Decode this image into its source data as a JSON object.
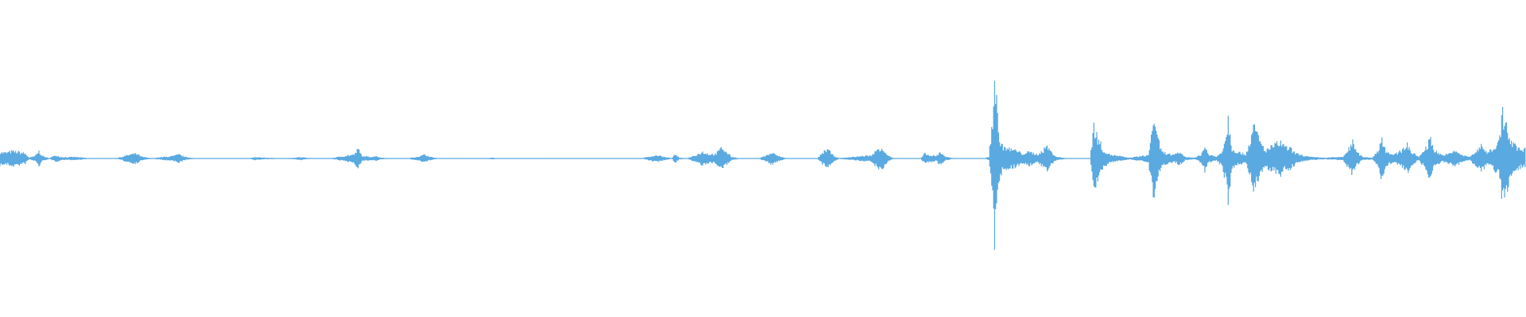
{
  "waveform": {
    "color": "#5aa9e0",
    "background": "#ffffff",
    "samples": 1568,
    "envelope_points": [
      [
        0,
        0.08
      ],
      [
        6,
        0.07
      ],
      [
        12,
        0.09
      ],
      [
        20,
        0.08
      ],
      [
        26,
        0.06
      ],
      [
        30,
        0.01
      ],
      [
        36,
        0.03
      ],
      [
        40,
        0.09
      ],
      [
        44,
        0.03
      ],
      [
        50,
        0.005
      ],
      [
        58,
        0.04
      ],
      [
        62,
        0.02
      ],
      [
        70,
        0.015
      ],
      [
        76,
        0.02
      ],
      [
        82,
        0.015
      ],
      [
        90,
        0.005
      ],
      [
        100,
        0.004
      ],
      [
        110,
        0.004
      ],
      [
        120,
        0.004
      ],
      [
        134,
        0.05
      ],
      [
        140,
        0.06
      ],
      [
        146,
        0.02
      ],
      [
        156,
        0.004
      ],
      [
        178,
        0.03
      ],
      [
        184,
        0.05
      ],
      [
        190,
        0.02
      ],
      [
        200,
        0.004
      ],
      [
        230,
        0.004
      ],
      [
        256,
        0.004
      ],
      [
        262,
        0.02
      ],
      [
        270,
        0.01
      ],
      [
        290,
        0.004
      ],
      [
        304,
        0.01
      ],
      [
        310,
        0.02
      ],
      [
        316,
        0.006
      ],
      [
        340,
        0.004
      ],
      [
        364,
        0.05
      ],
      [
        368,
        0.12
      ],
      [
        372,
        0.03
      ],
      [
        380,
        0.02
      ],
      [
        386,
        0.03
      ],
      [
        392,
        0.01
      ],
      [
        400,
        0.004
      ],
      [
        420,
        0.004
      ],
      [
        432,
        0.03
      ],
      [
        437,
        0.05
      ],
      [
        442,
        0.02
      ],
      [
        450,
        0.004
      ],
      [
        500,
        0.004
      ],
      [
        506,
        0.01
      ],
      [
        512,
        0.004
      ],
      [
        560,
        0.004
      ],
      [
        620,
        0.004
      ],
      [
        660,
        0.004
      ],
      [
        670,
        0.03
      ],
      [
        676,
        0.04
      ],
      [
        682,
        0.02
      ],
      [
        690,
        0.004
      ],
      [
        694,
        0.05
      ],
      [
        698,
        0.01
      ],
      [
        706,
        0.004
      ],
      [
        716,
        0.05
      ],
      [
        722,
        0.08
      ],
      [
        730,
        0.05
      ],
      [
        736,
        0.06
      ],
      [
        742,
        0.14
      ],
      [
        746,
        0.08
      ],
      [
        752,
        0.02
      ],
      [
        760,
        0.004
      ],
      [
        780,
        0.004
      ],
      [
        788,
        0.04
      ],
      [
        793,
        0.07
      ],
      [
        800,
        0.03
      ],
      [
        808,
        0.004
      ],
      [
        840,
        0.004
      ],
      [
        846,
        0.08
      ],
      [
        850,
        0.12
      ],
      [
        856,
        0.04
      ],
      [
        862,
        0.004
      ],
      [
        896,
        0.04
      ],
      [
        902,
        0.12
      ],
      [
        906,
        0.14
      ],
      [
        912,
        0.04
      ],
      [
        918,
        0.004
      ],
      [
        946,
        0.004
      ],
      [
        950,
        0.06
      ],
      [
        956,
        0.04
      ],
      [
        962,
        0.03
      ],
      [
        966,
        0.08
      ],
      [
        972,
        0.02
      ],
      [
        980,
        0.004
      ],
      [
        1012,
        0.004
      ],
      [
        1016,
        0.02
      ],
      [
        1020,
        0.5
      ],
      [
        1022,
        1.0
      ],
      [
        1024,
        0.7
      ],
      [
        1026,
        0.3
      ],
      [
        1030,
        0.15
      ],
      [
        1036,
        0.12
      ],
      [
        1044,
        0.1
      ],
      [
        1050,
        0.06
      ],
      [
        1058,
        0.08
      ],
      [
        1066,
        0.05
      ],
      [
        1072,
        0.1
      ],
      [
        1076,
        0.16
      ],
      [
        1080,
        0.08
      ],
      [
        1086,
        0.02
      ],
      [
        1096,
        0.004
      ],
      [
        1120,
        0.004
      ],
      [
        1124,
        0.4
      ],
      [
        1128,
        0.25
      ],
      [
        1134,
        0.1
      ],
      [
        1140,
        0.05
      ],
      [
        1150,
        0.03
      ],
      [
        1160,
        0.01
      ],
      [
        1180,
        0.04
      ],
      [
        1186,
        0.55
      ],
      [
        1188,
        0.3
      ],
      [
        1194,
        0.08
      ],
      [
        1200,
        0.06
      ],
      [
        1206,
        0.04
      ],
      [
        1212,
        0.08
      ],
      [
        1218,
        0.02
      ],
      [
        1228,
        0.01
      ],
      [
        1234,
        0.05
      ],
      [
        1238,
        0.15
      ],
      [
        1242,
        0.05
      ],
      [
        1250,
        0.02
      ],
      [
        1256,
        0.1
      ],
      [
        1260,
        0.3
      ],
      [
        1262,
        0.5
      ],
      [
        1266,
        0.12
      ],
      [
        1272,
        0.08
      ],
      [
        1280,
        0.05
      ],
      [
        1284,
        0.2
      ],
      [
        1288,
        0.38
      ],
      [
        1292,
        0.3
      ],
      [
        1296,
        0.18
      ],
      [
        1300,
        0.1
      ],
      [
        1306,
        0.14
      ],
      [
        1312,
        0.18
      ],
      [
        1316,
        0.2
      ],
      [
        1320,
        0.14
      ],
      [
        1326,
        0.12
      ],
      [
        1332,
        0.06
      ],
      [
        1338,
        0.04
      ],
      [
        1346,
        0.02
      ],
      [
        1360,
        0.01
      ],
      [
        1380,
        0.02
      ],
      [
        1386,
        0.12
      ],
      [
        1390,
        0.2
      ],
      [
        1394,
        0.08
      ],
      [
        1400,
        0.02
      ],
      [
        1410,
        0.01
      ],
      [
        1416,
        0.1
      ],
      [
        1420,
        0.25
      ],
      [
        1424,
        0.1
      ],
      [
        1432,
        0.04
      ],
      [
        1440,
        0.1
      ],
      [
        1446,
        0.18
      ],
      [
        1450,
        0.08
      ],
      [
        1458,
        0.02
      ],
      [
        1466,
        0.15
      ],
      [
        1470,
        0.25
      ],
      [
        1474,
        0.1
      ],
      [
        1482,
        0.04
      ],
      [
        1490,
        0.06
      ],
      [
        1496,
        0.1
      ],
      [
        1502,
        0.04
      ],
      [
        1510,
        0.02
      ],
      [
        1516,
        0.08
      ],
      [
        1522,
        0.15
      ],
      [
        1528,
        0.08
      ],
      [
        1534,
        0.12
      ],
      [
        1540,
        0.2
      ],
      [
        1544,
        0.55
      ],
      [
        1548,
        0.4
      ],
      [
        1552,
        0.2
      ],
      [
        1558,
        0.15
      ],
      [
        1564,
        0.1
      ],
      [
        1568,
        0.12
      ]
    ]
  }
}
